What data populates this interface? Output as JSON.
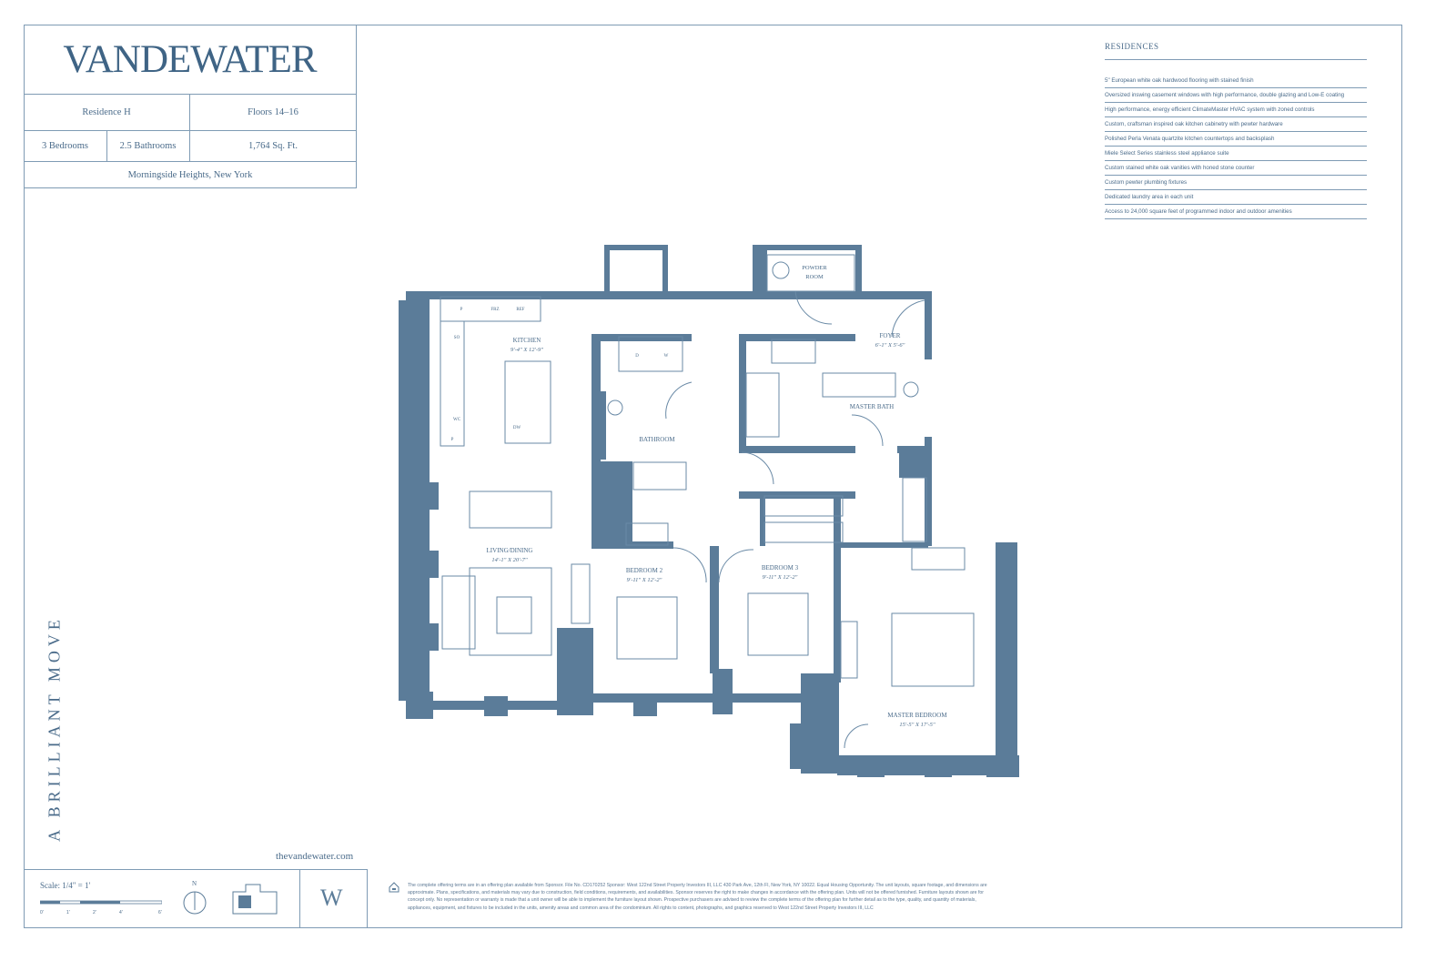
{
  "brand": {
    "logo": "VANDEWATER",
    "website": "thevandewater.com",
    "tagline": "A BRILLIANT MOVE",
    "monogram": "W"
  },
  "unit": {
    "residence": "Residence H",
    "floors": "Floors 14–16",
    "bedrooms": "3 Bedrooms",
    "bathrooms": "2.5 Bathrooms",
    "area": "1,764 Sq. Ft.",
    "location": "Morningside Heights, New York"
  },
  "residences": {
    "title": "RESIDENCES",
    "features": [
      "5\" European white oak hardwood flooring with stained finish",
      "Oversized inswing casement windows with high performance, double glazing and Low-E coating",
      "High performance, energy efficient ClimateMaster HVAC system with zoned controls",
      "Custom, craftsman inspired oak kitchen cabinetry with pewter hardware",
      "Polished Perla Venata quartzite kitchen countertops and backsplash",
      "Miele Select Series stainless steel appliance suite",
      "Custom stained white oak vanities with honed stone counter",
      "Custom pewter plumbing fixtures",
      "Dedicated laundry area in each unit",
      "Access to 24,000 square feet of programmed indoor and outdoor amenities"
    ]
  },
  "rooms": {
    "kitchen": {
      "name": "KITCHEN",
      "dim": "9'-4\" X 12'-9\""
    },
    "living": {
      "name": "LIVING/DINING",
      "dim": "14'-1\" X 20'-7\""
    },
    "bathroom": {
      "name": "BATHROOM"
    },
    "powder": {
      "name1": "POWDER",
      "name2": "ROOM"
    },
    "foyer": {
      "name": "FOYER",
      "dim": "6'-1\" X 5'-6\""
    },
    "master_bath": {
      "name": "MASTER BATH"
    },
    "bedroom2": {
      "name": "BEDROOM 2",
      "dim": "9'-11\" X 12'-2\""
    },
    "bedroom3": {
      "name": "BEDROOM 3",
      "dim": "9'-11\" X 12'-2\""
    },
    "master_bedroom": {
      "name": "MASTER BEDROOM",
      "dim": "15'-5\" X 17'-5\""
    },
    "appliances": {
      "p": "P",
      "frz": "FRZ",
      "ref": "REF",
      "so": "SO",
      "wc": "WC",
      "dw": "DW",
      "d": "D",
      "w": "W"
    }
  },
  "footer": {
    "scale_label": "Scale: 1/4\" = 1'",
    "scale_ticks": [
      "0'",
      "1'",
      "2'",
      "4'",
      "6'"
    ],
    "north": "N",
    "legal": "The complete offering terms are in an offering plan available from Sponsor. File No. CD170252 Sponsor: West 122nd Street Property Investors III, LLC 430 Park Ave, 12th Fl, New York, NY 10022. Equal Housing Opportunity. The unit layouts, square footage, and dimensions are approximate. Plans, specifications, and materials may vary due to construction, field conditions, requirements, and availabilities. Sponsor reserves the right to make changes in accordance with the offering plan. Units will not be offered furnished. Furniture layouts shown are for concept only. No representation or warranty is made that a unit owner will be able to implement the furniture layout shown. Prospective purchasers are advised to review the complete terms of the offering plan for further detail as to the type, quality, and quantity of materials, appliances, equipment, and fixtures to be included in the units, amenity areas and common area of the condominium. All rights to content, photographs, and graphics reserved to West 122nd Street Property Investors III, LLC"
  },
  "colors": {
    "wall": "#5b7c99",
    "line": "#7f9bb4",
    "text": "#4a6b8a"
  }
}
